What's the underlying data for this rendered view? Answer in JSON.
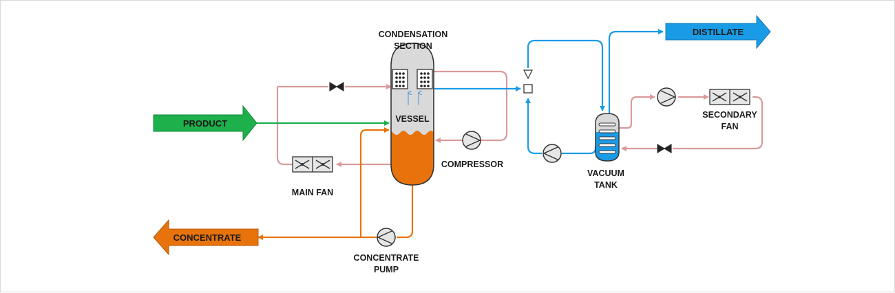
{
  "labels": {
    "condensation_section_1": "CONDENSATION",
    "condensation_section_2": "SECTION",
    "vessel": "VESSEL",
    "compressor": "COMPRESSOR",
    "main_fan": "MAIN FAN",
    "concentrate_pump_1": "CONCENTRATE",
    "concentrate_pump_2": "PUMP",
    "vacuum_tank_1": "VACUUM",
    "vacuum_tank_2": "TANK",
    "secondary_fan_1": "SECONDARY",
    "secondary_fan_2": "FAN"
  },
  "streams": {
    "product": "PRODUCT",
    "concentrate": "CONCENTRATE",
    "distillate": "DISTILLATE"
  },
  "colors": {
    "product": "#1db04b",
    "concentrate": "#e8730c",
    "distillate": "#1a9be6",
    "recirculation": "#d99a9a",
    "vessel_body": "#d9d9d9",
    "liquid": "#e8730c"
  }
}
